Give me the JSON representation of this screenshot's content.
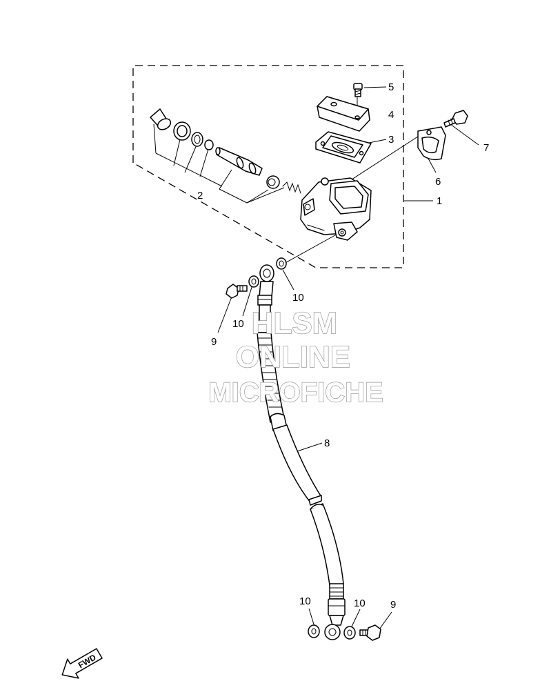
{
  "callouts": {
    "c1": "1",
    "c2": "2",
    "c3": "3",
    "c4": "4",
    "c5": "5",
    "c6": "6",
    "c7": "7",
    "c8": "8",
    "c9_top": "9",
    "c9_bottom": "9",
    "c10_top_right": "10",
    "c10_top_left": "10",
    "c10_bottom_left": "10",
    "c10_bottom_right": "10"
  },
  "watermark": {
    "line1": "HLSM",
    "line2": "ONLINE",
    "line3": "MICROFICHE"
  },
  "fwd_label": "FWD"
}
